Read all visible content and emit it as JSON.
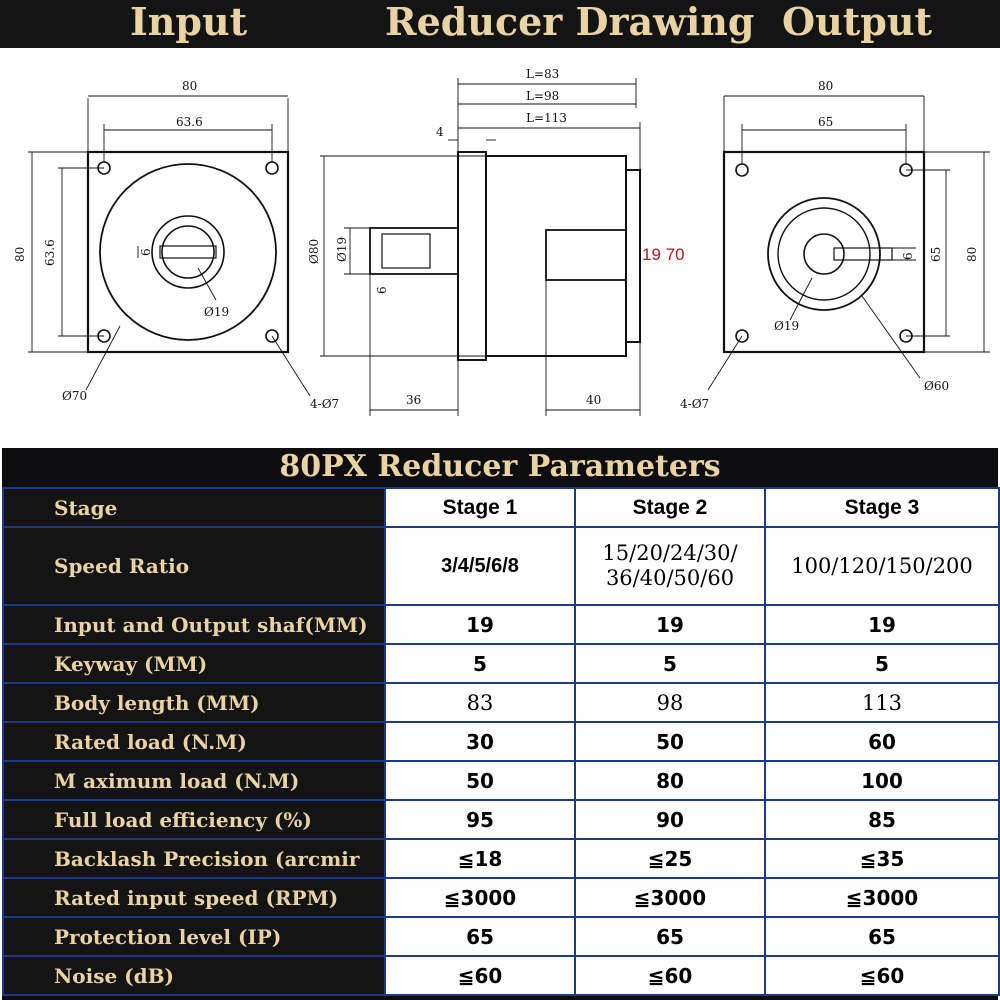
{
  "header": {
    "input": "Input",
    "drawing": "Reducer Drawing",
    "output": "Output"
  },
  "drawing": {
    "input_view": {
      "width": "80",
      "hole_spacing_h": "63.6",
      "height": "80",
      "hole_spacing_v": "63.6",
      "key": "6",
      "bore": "Ø19",
      "pilot": "Ø70",
      "holes": "4-Ø7"
    },
    "side_view": {
      "length_1": "L=83",
      "length_2": "L=98",
      "length_3": "L=113",
      "flange": "4",
      "body_dia": "Ø80",
      "input_shaft": "Ø19",
      "input_key": "6",
      "input_len": "36",
      "output_len": "40",
      "output_dia": "19 70"
    },
    "output_view": {
      "width": "80",
      "hole_spacing_h": "65",
      "height": "80",
      "hole_spacing_v": "65",
      "key": "6",
      "shaft": "Ø19",
      "pilot": "Ø60",
      "holes": "4-Ø7"
    }
  },
  "table": {
    "title": "80PX Reducer Parameters",
    "columns": [
      "Stage",
      "Stage 1",
      "Stage 2",
      "Stage 3"
    ],
    "rows": [
      {
        "label": "Speed Ratio",
        "values": [
          "3/4/5/6/8",
          "15/20/24/30/",
          "100/120/150/200"
        ],
        "extra": "36/40/50/60"
      },
      {
        "label": "Input and Output shaf(MM)",
        "values": [
          "19",
          "19",
          "19"
        ]
      },
      {
        "label": "Keyway (MM)",
        "values": [
          "5",
          "5",
          "5"
        ]
      },
      {
        "label": "Body length (MM)",
        "values": [
          "83",
          "98",
          "113"
        ]
      },
      {
        "label": "Rated load (N.M)",
        "values": [
          "30",
          "50",
          "60"
        ]
      },
      {
        "label": "M aximum load (N.M)",
        "values": [
          "50",
          "80",
          "100"
        ]
      },
      {
        "label": "Full load efficiency (%)",
        "values": [
          "95",
          "90",
          "85"
        ]
      },
      {
        "label": "Backlash Precision (arcmir",
        "values": [
          "≦18",
          "≦25",
          "≦35"
        ]
      },
      {
        "label": "Rated input speed (RPM)",
        "values": [
          "≦3000",
          "≦3000",
          "≦3000"
        ]
      },
      {
        "label": "Protection level (IP)",
        "values": [
          "65",
          "65",
          "65"
        ]
      },
      {
        "label": "Noise (dB)",
        "values": [
          "≦60",
          "≦60",
          "≦60"
        ]
      }
    ]
  },
  "colors": {
    "header_bg": "#141414",
    "header_text": "#e9d3a4",
    "grid": "#1c3a8c",
    "red_label": "#b01818"
  }
}
